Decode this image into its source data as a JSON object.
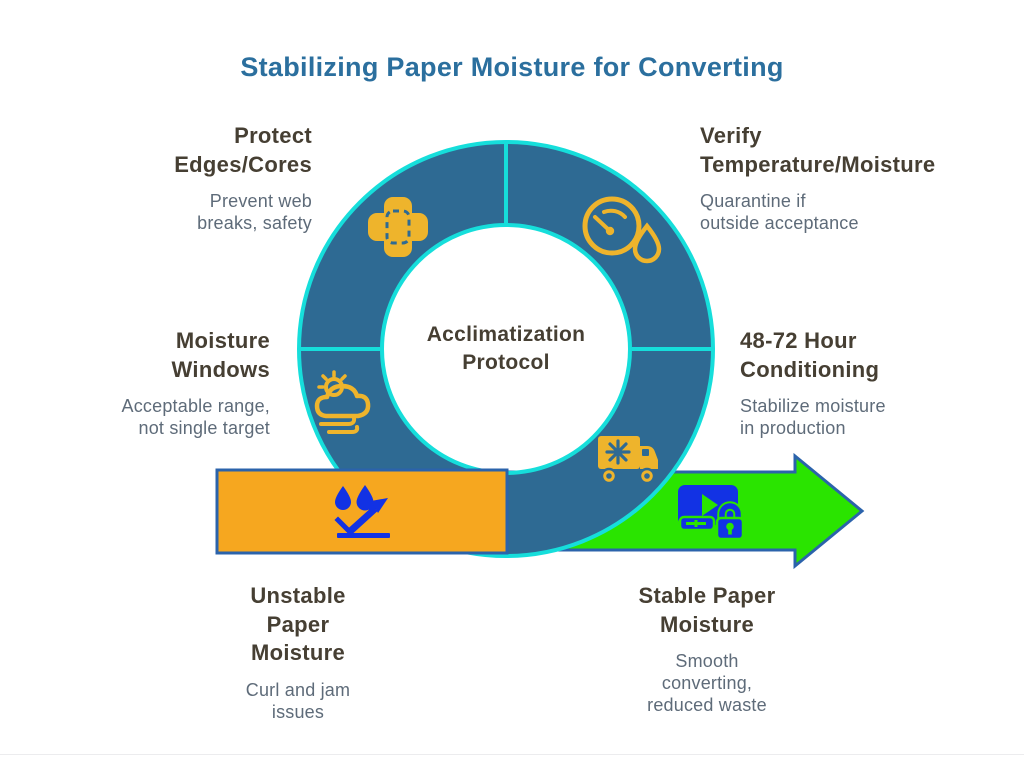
{
  "title": "Stabilizing Paper Moisture for Converting",
  "center_label": "Acclimatization\nProtocol",
  "steps": {
    "protect": {
      "heading": "Protect\nEdges/Cores",
      "subtext": "Prevent web\nbreaks, safety",
      "icon": "bandage-icon"
    },
    "verify": {
      "heading": "Verify\nTemperature/Moisture",
      "subtext": "Quarantine if\noutside acceptance",
      "icon": "humidity-gauge-icon"
    },
    "windows": {
      "heading": "Moisture\nWindows",
      "subtext": "Acceptable range,\nnot single target",
      "icon": "sun-cloud-wind-icon"
    },
    "conditioning": {
      "heading": "48-72 Hour\nConditioning",
      "subtext": "Stabilize moisture\nin production",
      "icon": "refrigerated-truck-icon"
    }
  },
  "states": {
    "unstable": {
      "heading": "Unstable\nPaper\nMoisture",
      "subtext": "Curl and jam\nissues",
      "icon": "moisture-drops-arrows-icon",
      "shape": "rectangle-bar"
    },
    "stable": {
      "heading": "Stable Paper\nMoisture",
      "subtext": "Smooth\nconverting,\nreduced waste",
      "icon": "secured-player-lock-icon",
      "shape": "right-arrow"
    }
  },
  "colors": {
    "title_blue": "#2b6f9e",
    "heading_dark": "#463f33",
    "subtext_slate": "#5e6b79",
    "ring_blue": "#2e6a93",
    "outline_cyan": "#16dedb",
    "unstable_orange": "#f6a71f",
    "stable_green": "#2ae400",
    "arrow_border_blue": "#2b63ab",
    "icon_yellow": "#eeb42c",
    "icon_royal_blue": "#1232e4"
  }
}
